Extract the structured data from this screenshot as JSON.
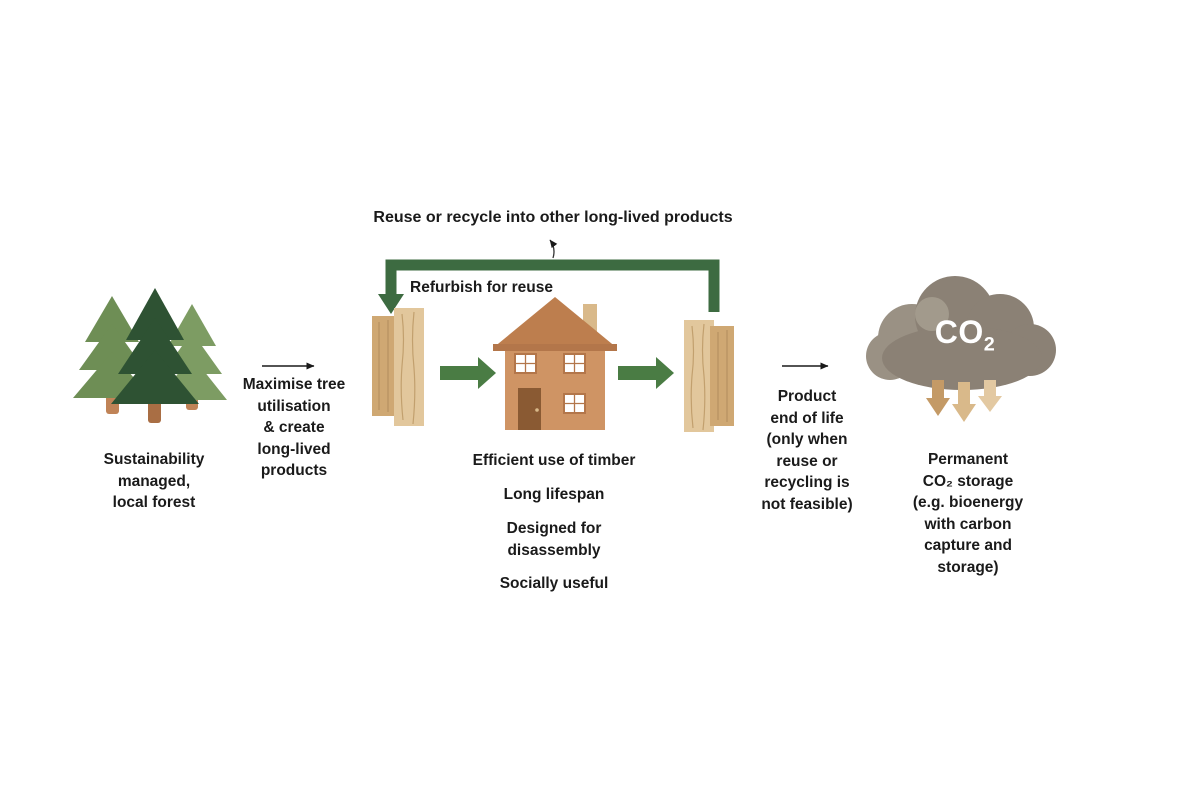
{
  "labels": {
    "top_loop": "Reuse or recycle into other long-lived products",
    "refurbish": "Refurbish for reuse",
    "forest": [
      "Sustainability",
      "managed,",
      "local forest"
    ],
    "maximise": [
      "Maximise tree",
      "utilisation",
      "& create",
      "long-lived",
      "products"
    ],
    "center": [
      "Efficient use of timber",
      "Long lifespan",
      "Designed for",
      "disassembly",
      "Socially useful"
    ],
    "end_of_life": [
      "Product",
      "end of life",
      "(only when",
      "reuse or",
      "recycling is",
      "not feasible)"
    ],
    "storage": [
      "Permanent",
      "CO₂ storage",
      "(e.g. bioenergy",
      "with carbon",
      "capture and",
      "storage)"
    ],
    "co2_main": "CO",
    "co2_sub": "2"
  },
  "colors": {
    "background": "#ffffff",
    "text": "#1a1a1a",
    "loop_green": "#3d6b41",
    "block_arrow_green": "#4a7c44",
    "tree_dark": "#2e5233",
    "tree_mid": "#6e8e55",
    "tree_light": "#7d9c63",
    "trunk": "#c08357",
    "plank_light": "#e2c79c",
    "plank_mid": "#cfa873",
    "house_body": "#cf9464",
    "house_roof": "#bd7e4e",
    "door": "#8a5a33",
    "chimney": "#d9b98a",
    "cloud": "#8b8175",
    "cloud_light": "#a29a8c",
    "down_arrow_dark": "#c49a66",
    "down_arrow_mid": "#d9b98a",
    "down_arrow_light": "#e3c9a2"
  }
}
